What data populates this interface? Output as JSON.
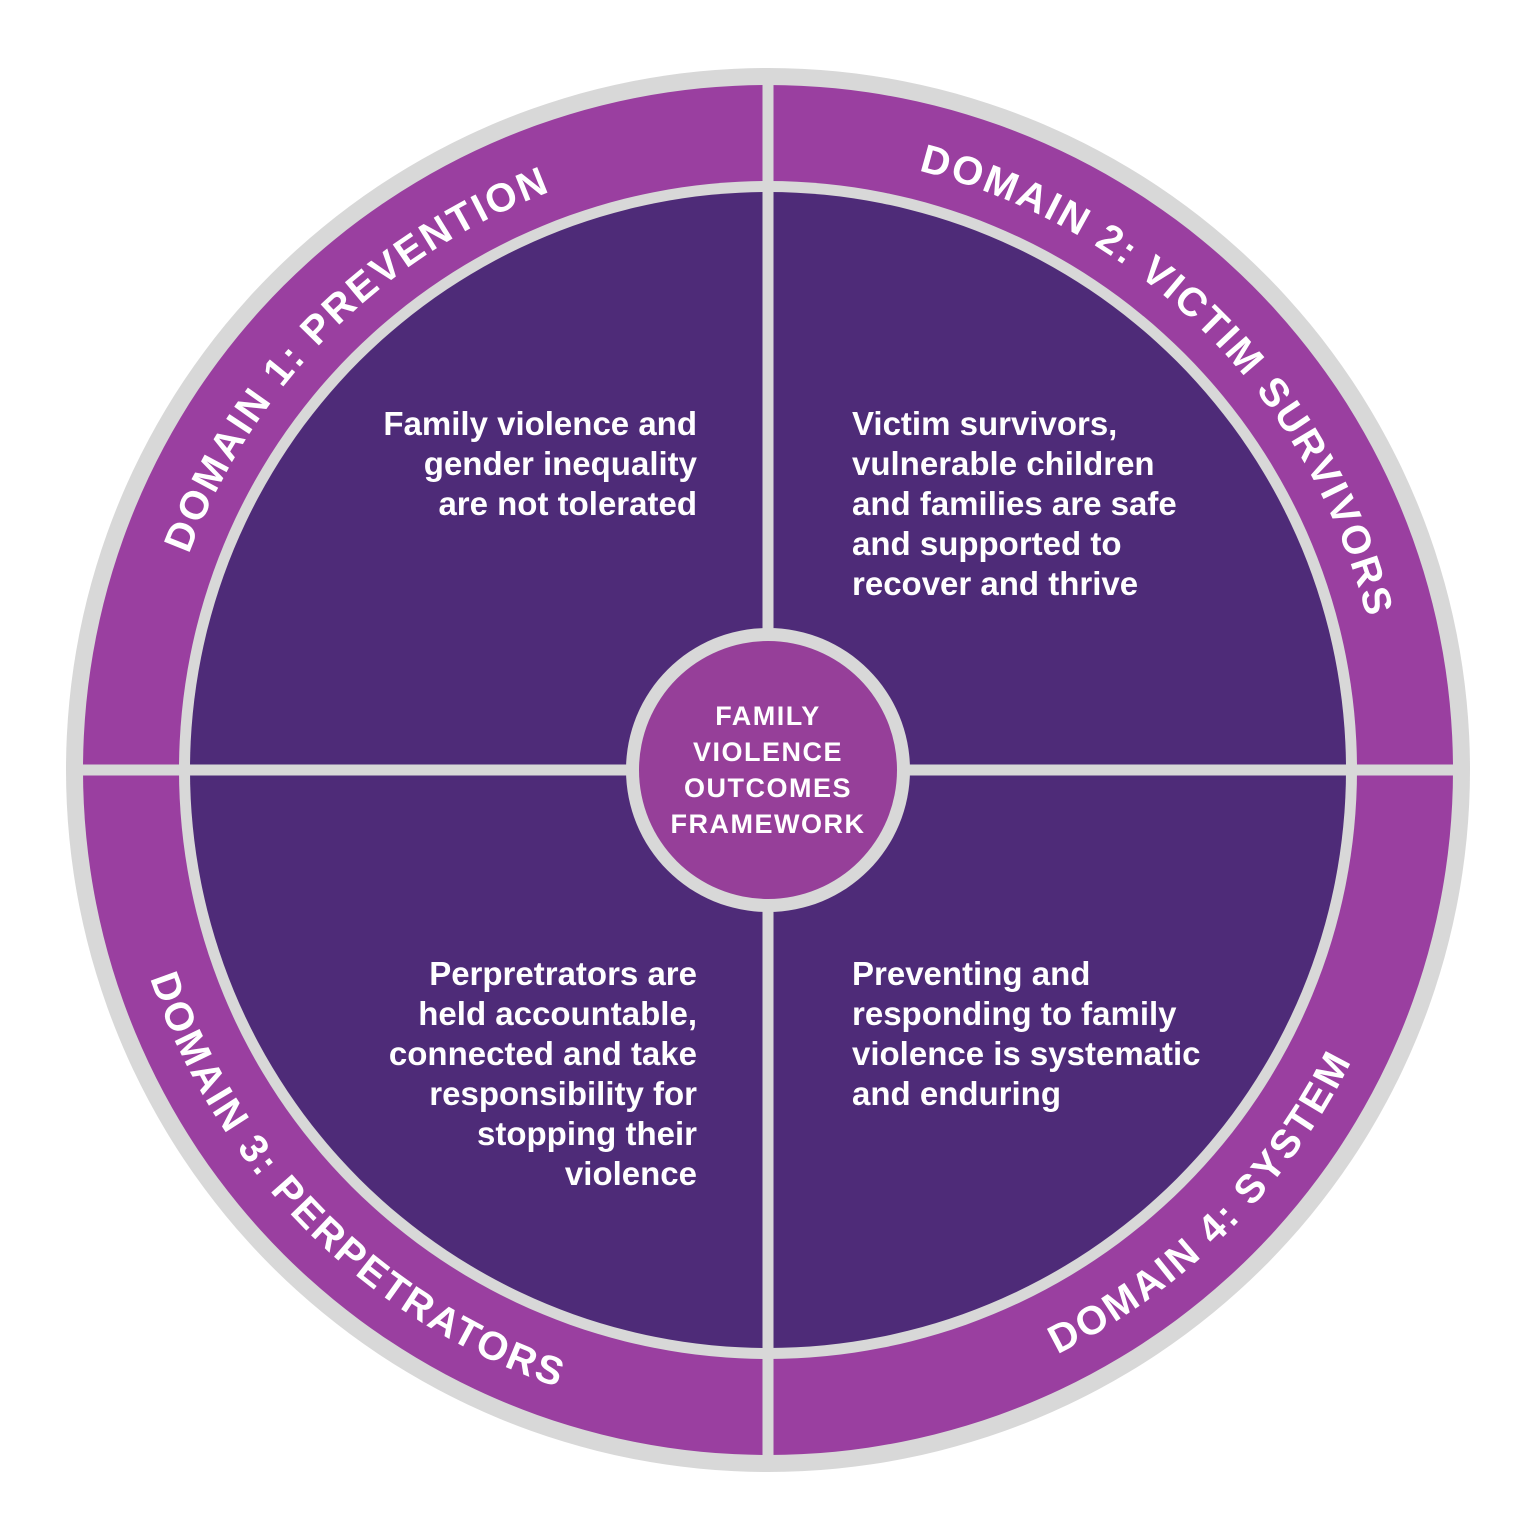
{
  "title": "Family Violence Outcomes Framework",
  "colors": {
    "outer_border_gray": "#d8d8d8",
    "ring_purple": "#9a3fa0",
    "divider_gray": "#d8d8d8",
    "quadrant_dark_purple": "#4e2b78",
    "center_circle_purple": "#963f99",
    "text_white": "#ffffff"
  },
  "center": {
    "label": "FAMILY\nVIOLENCE\nOUTCOMES\nFRAMEWORK"
  },
  "domains": [
    {
      "id": 1,
      "arc_label": "DOMAIN 1: PREVENTION",
      "outcome": "Family violence and\ngender inequality\nare not tolerated"
    },
    {
      "id": 2,
      "arc_label": "DOMAIN 2: VICTIM SURVIVORS",
      "outcome": "Victim survivors,\nvulnerable children\nand families are safe\nand supported to\nrecover and thrive"
    },
    {
      "id": 3,
      "arc_label": "DOMAIN 3: PERPETRATORS",
      "outcome": "Perpretrators are\nheld accountable,\nconnected and take\nresponsibility for\nstopping their\nviolence"
    },
    {
      "id": 4,
      "arc_label": "DOMAIN 4: SYSTEM",
      "outcome": "Preventing and\nresponding to family\nviolence is systematic\nand enduring"
    }
  ]
}
